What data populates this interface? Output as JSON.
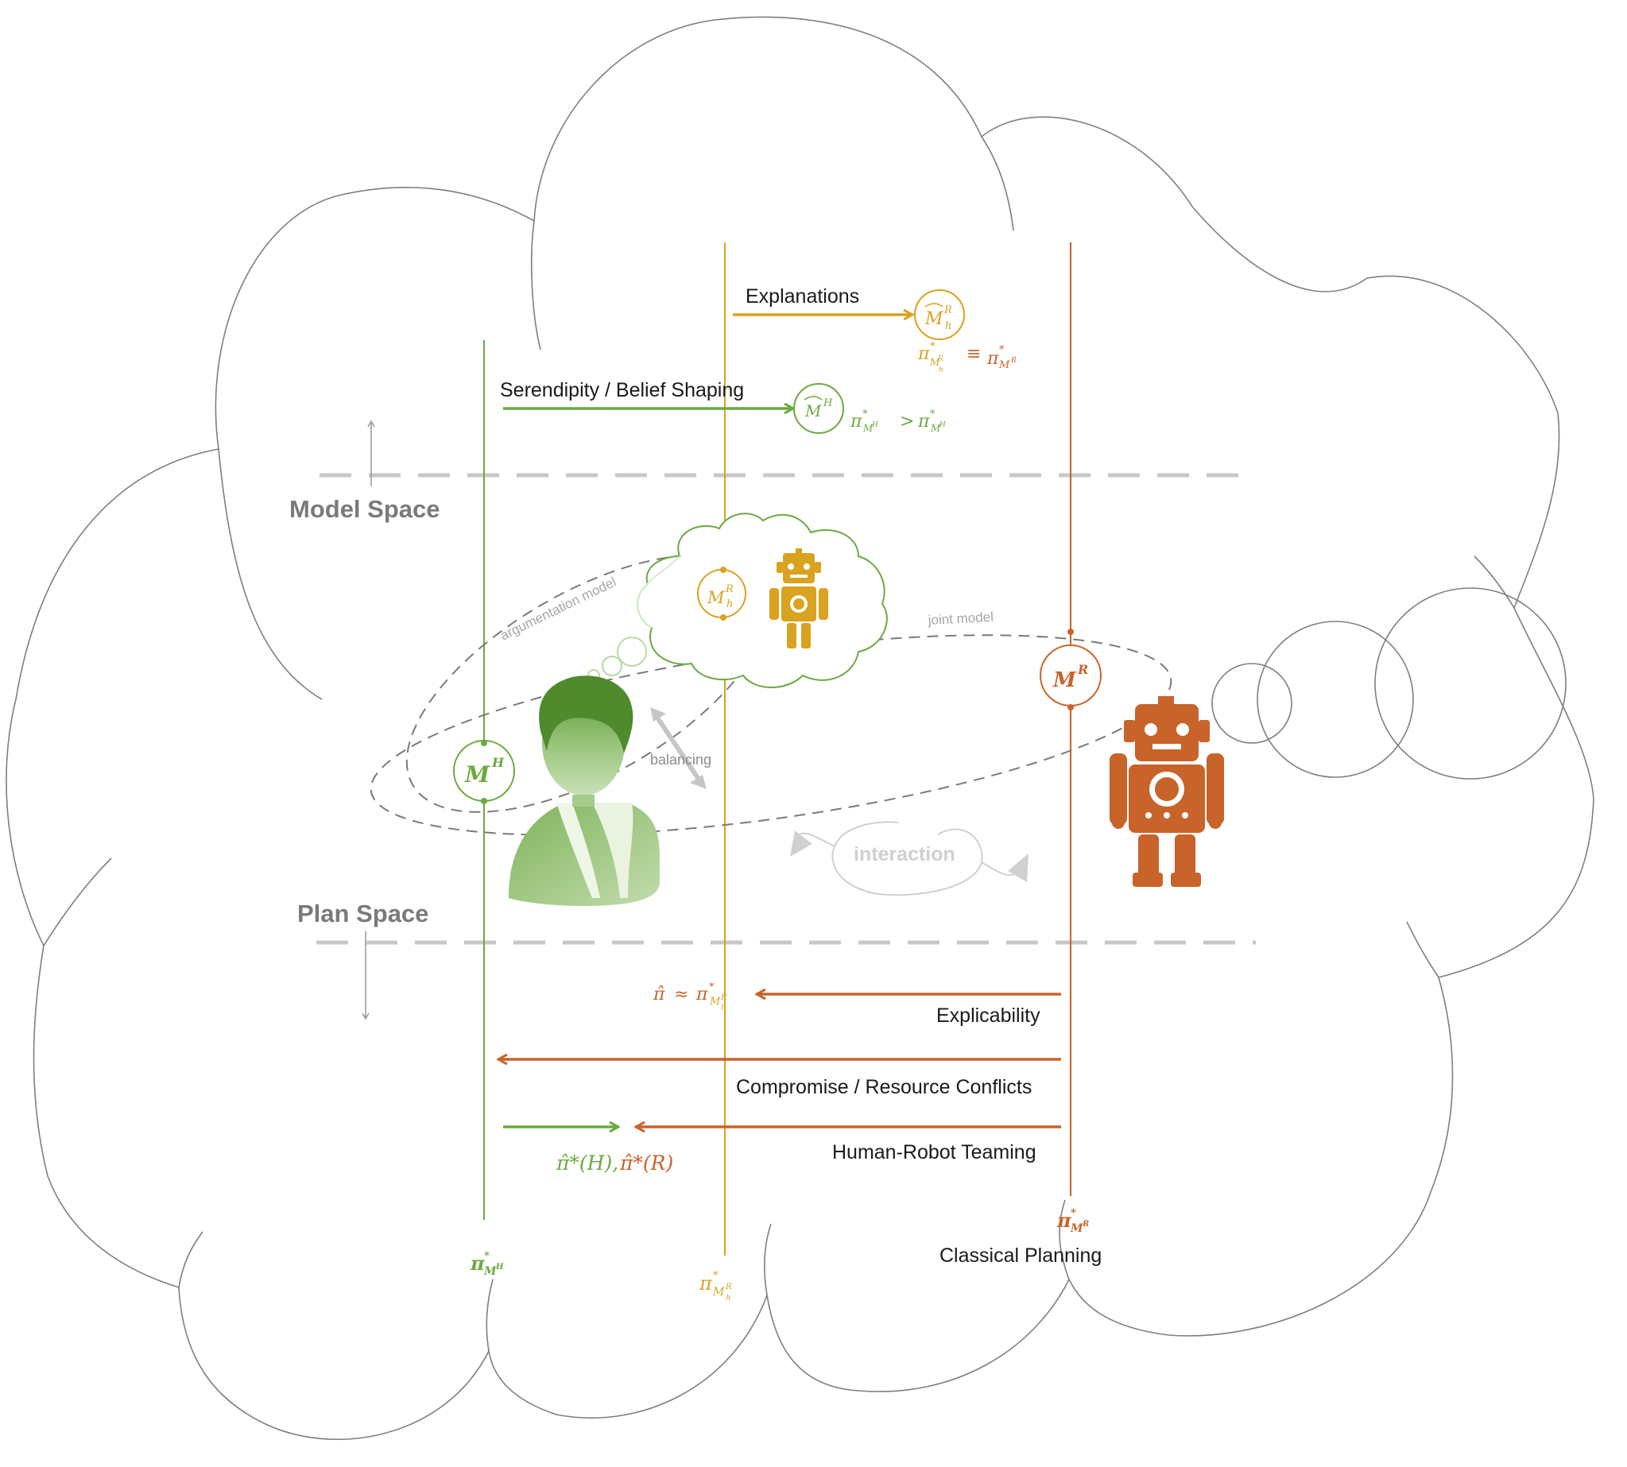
{
  "sections": {
    "model_space": "Model Space",
    "plan_space": "Plan Space"
  },
  "arrows": {
    "explanations": "Explanations",
    "serendipity": "Serendipity / Belief Shaping",
    "explicability": "Explicability",
    "compromise": "Compromise / Resource Conflicts",
    "teaming": "Human-Robot Teaming",
    "classical_planning": "Classical Planning"
  },
  "labels": {
    "argumentation_model": "argumentation model",
    "joint_model": "joint model",
    "balancing": "balancing",
    "interaction": "interaction"
  },
  "models": {
    "human": "M",
    "human_sup": "H",
    "robot": "M",
    "robot_sup": "R",
    "robot_in_human": "M",
    "robot_in_human_sup": "R",
    "robot_in_human_sub": "h"
  },
  "formulas": {
    "pi": "π",
    "star": "*",
    "equiv": "≡",
    "gt": ">",
    "approx": "≈",
    "pi_hat": "π̂",
    "teaming_h": "π̂*(H),",
    "teaming_r": "π̂*(R)"
  },
  "colors": {
    "human_green": "#6aaa3e",
    "robot_in_human_gold": "#d9a21f",
    "robot_orange": "#c8632a",
    "cloud_grey": "#7f7f7f",
    "divider_grey": "#c8c8c8"
  },
  "icons": [
    "human-avatar-icon",
    "robot-icon",
    "thought-robot-icon",
    "thought-cloud-icon"
  ]
}
